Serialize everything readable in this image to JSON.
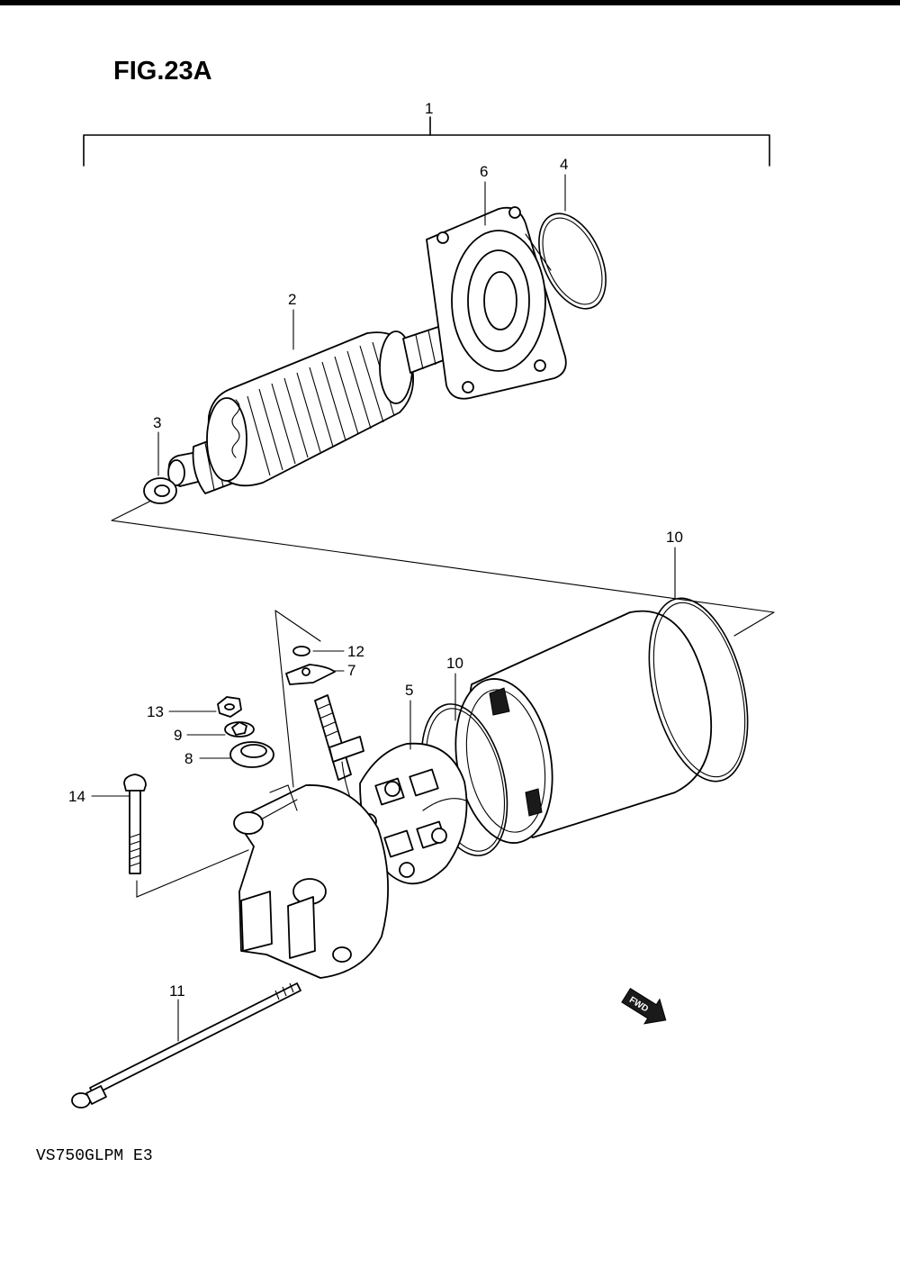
{
  "figure": {
    "title": "FIG.23A",
    "model_code": "VS750GLPM E3",
    "fwd_label": "FWD"
  },
  "callouts": [
    {
      "id": "c1",
      "label": "1"
    },
    {
      "id": "c2",
      "label": "2"
    },
    {
      "id": "c3",
      "label": "3"
    },
    {
      "id": "c4",
      "label": "4"
    },
    {
      "id": "c5",
      "label": "5"
    },
    {
      "id": "c6",
      "label": "6"
    },
    {
      "id": "c7",
      "label": "7"
    },
    {
      "id": "c8",
      "label": "8"
    },
    {
      "id": "c9",
      "label": "9"
    },
    {
      "id": "c10a",
      "label": "10"
    },
    {
      "id": "c10b",
      "label": "10"
    },
    {
      "id": "c11",
      "label": "11"
    },
    {
      "id": "c12",
      "label": "12"
    },
    {
      "id": "c13",
      "label": "13"
    },
    {
      "id": "c14",
      "label": "14"
    }
  ]
}
